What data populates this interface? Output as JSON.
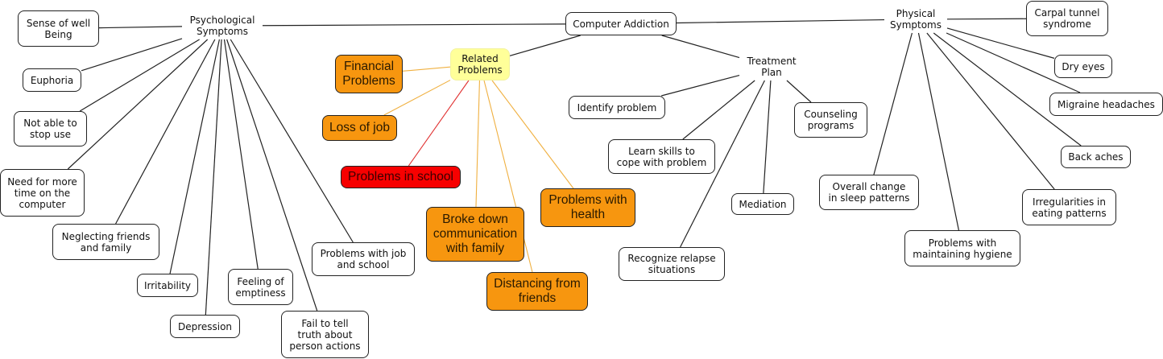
{
  "diagram": {
    "title": "Computer Addiction",
    "colors": {
      "line_default": "#222222",
      "line_related": "#f0b040",
      "line_school": "#e03030",
      "node_orange": "#f7960f",
      "node_red": "#f70000",
      "node_yellow": "#ffff99"
    },
    "nodes": {
      "root": "Computer Addiction",
      "psych": "Psychological\nSymptoms",
      "physical": "Physical\nSymptoms",
      "related": "Related\nProblems",
      "treatment": "Treatment\nPlan",
      "wellbeing": "Sense of well\nBeing",
      "euphoria": "Euphoria",
      "notstop": "Not able to\nstop use",
      "needmore": "Need for more\ntime on the\ncomputer",
      "neglect": "Neglecting friends\nand family",
      "irritability": "Irritability",
      "depression": "Depression",
      "emptiness": "Feeling of\nemptiness",
      "failtell": "Fail to tell\ntruth about\nperson actions",
      "jobschool": "Problems with job\nand school",
      "financial": "Financial\nProblems",
      "lossjob": "Loss of job",
      "school": "Problems in school",
      "brokedown": "Broke down\ncommunication\nwith family",
      "distancing": "Distancing from\nfriends",
      "health": "Problems with\nhealth",
      "identify": "Identify problem",
      "learn": "Learn skills to\ncope with problem",
      "recognize": "Recognize relapse\nsituations",
      "mediation": "Mediation",
      "counseling": "Counseling\nprograms",
      "carpal": "Carpal tunnel\nsyndrome",
      "dryeyes": "Dry eyes",
      "migraine": "Migraine headaches",
      "backaches": "Back aches",
      "sleep": "Overall change\nin sleep patterns",
      "hygiene": "Problems with\nmaintaining hygiene",
      "eating": "Irregularities in\neating patterns"
    },
    "links": [
      [
        "root",
        "psych",
        "default"
      ],
      [
        "root",
        "physical",
        "default"
      ],
      [
        "root",
        "related",
        "default"
      ],
      [
        "root",
        "treatment",
        "default"
      ],
      [
        "psych",
        "wellbeing",
        "default"
      ],
      [
        "psych",
        "euphoria",
        "default"
      ],
      [
        "psych",
        "notstop",
        "default"
      ],
      [
        "psych",
        "needmore",
        "default"
      ],
      [
        "psych",
        "neglect",
        "default"
      ],
      [
        "psych",
        "irritability",
        "default"
      ],
      [
        "psych",
        "depression",
        "default"
      ],
      [
        "psych",
        "emptiness",
        "default"
      ],
      [
        "psych",
        "failtell",
        "default"
      ],
      [
        "psych",
        "jobschool",
        "default"
      ],
      [
        "related",
        "financial",
        "related"
      ],
      [
        "related",
        "lossjob",
        "related"
      ],
      [
        "related",
        "school",
        "school"
      ],
      [
        "related",
        "brokedown",
        "related"
      ],
      [
        "related",
        "distancing",
        "related"
      ],
      [
        "related",
        "health",
        "related"
      ],
      [
        "treatment",
        "identify",
        "default"
      ],
      [
        "treatment",
        "learn",
        "default"
      ],
      [
        "treatment",
        "recognize",
        "default"
      ],
      [
        "treatment",
        "mediation",
        "default"
      ],
      [
        "treatment",
        "counseling",
        "default"
      ],
      [
        "physical",
        "carpal",
        "default"
      ],
      [
        "physical",
        "dryeyes",
        "default"
      ],
      [
        "physical",
        "migraine",
        "default"
      ],
      [
        "physical",
        "backaches",
        "default"
      ],
      [
        "physical",
        "sleep",
        "default"
      ],
      [
        "physical",
        "hygiene",
        "default"
      ],
      [
        "physical",
        "eating",
        "default"
      ]
    ]
  }
}
